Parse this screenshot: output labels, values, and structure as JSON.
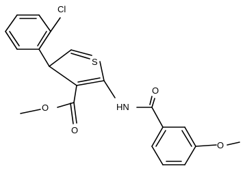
{
  "molecule": {
    "atoms": [
      {
        "id": "cl1",
        "label": "Cl"
      },
      {
        "id": "s1",
        "label": "S"
      },
      {
        "id": "o1",
        "label": "O"
      },
      {
        "id": "o2",
        "label": "O"
      },
      {
        "id": "n1",
        "label": "HN"
      },
      {
        "id": "o3",
        "label": "O"
      },
      {
        "id": "o4",
        "label": "O"
      }
    ]
  },
  "colors": {
    "bond": "#000000",
    "label": "#000000",
    "background": "#ffffff"
  }
}
